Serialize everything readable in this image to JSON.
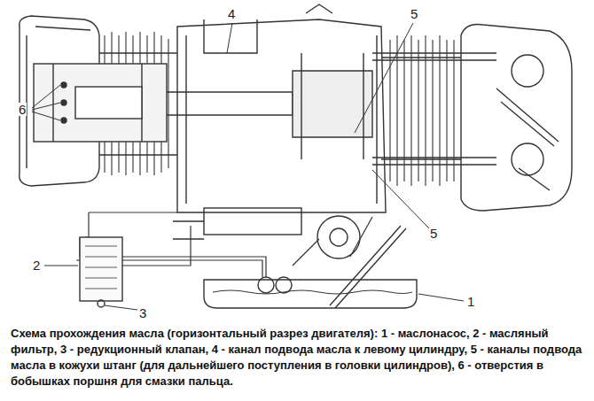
{
  "diagram": {
    "caption": "Схема прохождения масла (горизонтальный разрез двигателя): 1 - маслонасос, 2 - масляный фильтр, 3 - редукционный клапан, 4 - канал подвода масла к левому цилиндру, 5 - каналы подвода масла в кожухи штанг (для дальнейшего поступления в головки цилиндров), 6 - отверстия в бобышках поршня для смазки пальца.",
    "labels": [
      "4",
      "5",
      "6",
      "5",
      "2",
      "1",
      "3"
    ]
  }
}
